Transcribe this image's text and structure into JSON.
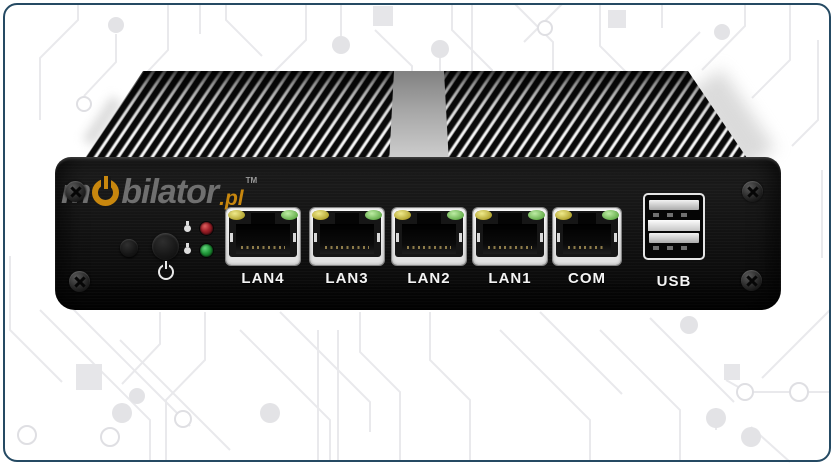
{
  "photo": {
    "subject": "fanless-mini-pc-front-panel"
  },
  "logo": {
    "part1": "m",
    "part2": "bilator",
    "domain": ".pl",
    "tm": "TM"
  },
  "ports": {
    "items": [
      {
        "label": "LAN4",
        "type": "rj45"
      },
      {
        "label": "LAN3",
        "type": "rj45"
      },
      {
        "label": "LAN2",
        "type": "rj45"
      },
      {
        "label": "LAN1",
        "type": "rj45"
      },
      {
        "label": "COM",
        "type": "rj45"
      },
      {
        "label": "USB",
        "type": "usb-dual"
      }
    ]
  },
  "colors": {
    "frame_border": "#254a63",
    "logo_orange": "#c8870e",
    "logo_gray": "#6f6f6f",
    "status_led_red": "#a02028",
    "status_led_green": "#1f9638",
    "port_led_yellow": "#cfc23e",
    "port_led_green": "#7cc963"
  }
}
